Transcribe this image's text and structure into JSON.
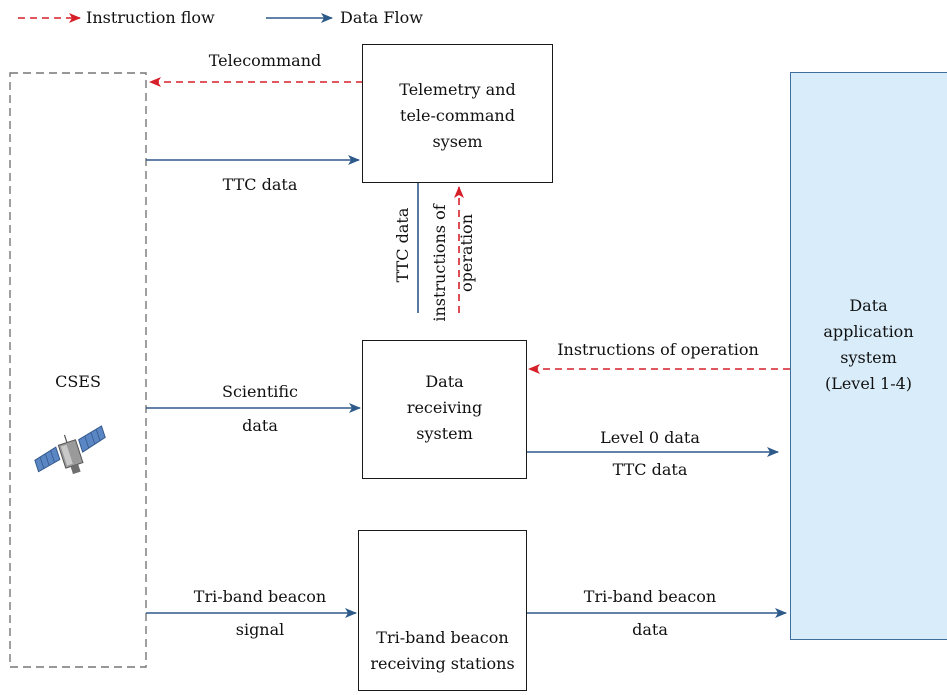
{
  "legend": {
    "instruction_flow": "Instruction flow",
    "data_flow": "Data Flow"
  },
  "colors": {
    "instruction": "#d6202a",
    "data": "#2e5a8a",
    "app_fill": "#d8ecfa",
    "app_border": "#3f6e9b"
  },
  "nodes": {
    "cses": {
      "label": "CSES",
      "icon": "satellite-icon"
    },
    "ttc_system": {
      "line1": "Telemetry and",
      "line2": "tele-command",
      "line3": "sysem"
    },
    "data_receiving": {
      "line1": "Data",
      "line2": "receiving",
      "line3": "system"
    },
    "beacon_stations": {
      "line1": "Tri-band beacon",
      "line2": "receiving stations",
      "icon": "server-rack-icon"
    },
    "data_app": {
      "line1": "Data",
      "line2": "application",
      "line3": "system",
      "line4": "(Level 1-4)"
    }
  },
  "edges": {
    "telecommand": "Telecommand",
    "ttc_data_top": "TTC data",
    "ttc_data_vertical": "TTC data",
    "instructions_vertical_1": "instructions of",
    "instructions_vertical_2": "operation",
    "scientific_1": "Scientific",
    "scientific_2": "data",
    "instructions_of_operation": "Instructions of operation",
    "level0": "Level 0 data",
    "ttc_data_right": "TTC data",
    "beacon_signal_1": "Tri-band beacon",
    "beacon_signal_2": "signal",
    "beacon_data_1": "Tri-band beacon",
    "beacon_data_2": "data"
  }
}
